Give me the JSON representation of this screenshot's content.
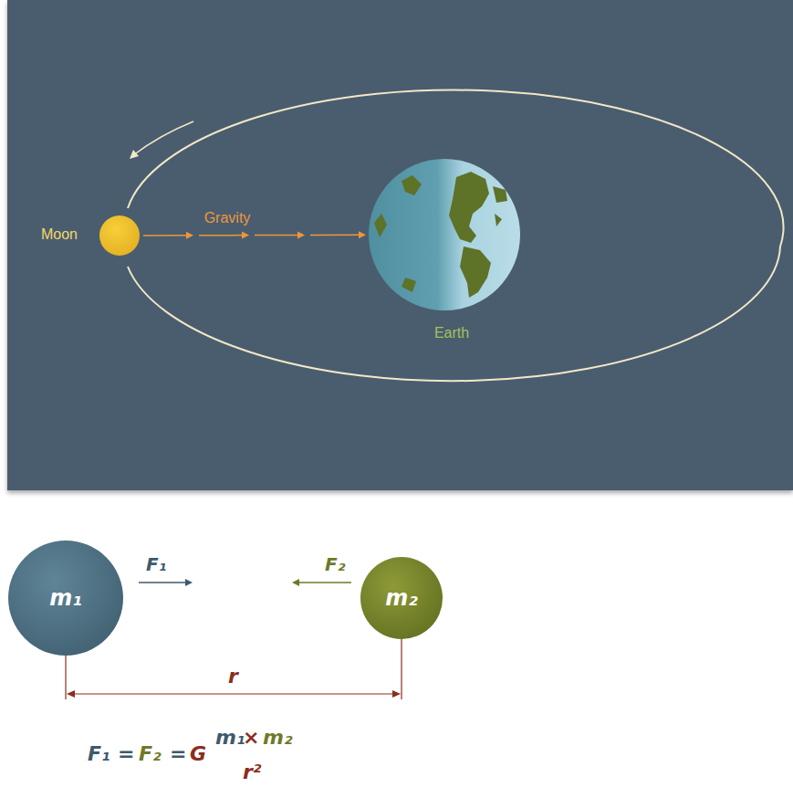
{
  "diagram": {
    "nodes": [
      {
        "text": [
          "Moon"
        ]
      },
      {
        "text": [
          "Earth"
        ]
      },
      {
        "text": [
          "m₁"
        ]
      },
      {
        "text": [
          "m₂"
        ]
      }
    ],
    "edges": [
      {
        "from": 0,
        "to": 1,
        "arrow": "to",
        "label": "Gravity"
      }
    ],
    "labels": [
      "F₁",
      "F₂",
      "r",
      "F₁",
      "=",
      "F₂",
      "=",
      "G",
      "m₁",
      "×",
      "m₂",
      "r²"
    ]
  }
}
